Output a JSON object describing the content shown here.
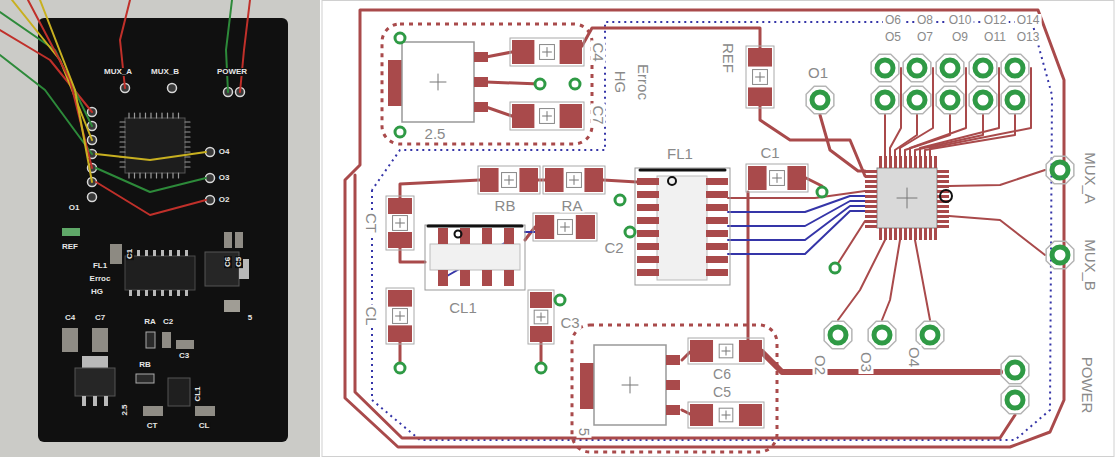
{
  "diagram": {
    "labels": [
      "MUX_A",
      "MUX_B",
      "POWER",
      "O4",
      "O3",
      "O2",
      "O1",
      "REF",
      "C1",
      "FL1",
      "Erroc",
      "HG",
      "C4",
      "C7",
      "RA",
      "C2",
      "RB",
      "C3",
      "CL1",
      "5",
      "2.5",
      "CT",
      "CL",
      "C6",
      "C5",
      "C4",
      "C7",
      "2.5",
      "Erroc",
      "HG",
      "REF",
      "O1",
      "O6",
      "O8",
      "O10",
      "O12",
      "O14",
      "O5",
      "O7",
      "O9",
      "O11",
      "O13",
      "FL1",
      "C1",
      "RB",
      "RA",
      "CT",
      "C2",
      "CL1",
      "CL",
      "C3",
      "MUX_A",
      "MUX_B",
      "O2",
      "O3",
      "O4",
      "POWER",
      "C6",
      "C5",
      "5"
    ]
  }
}
